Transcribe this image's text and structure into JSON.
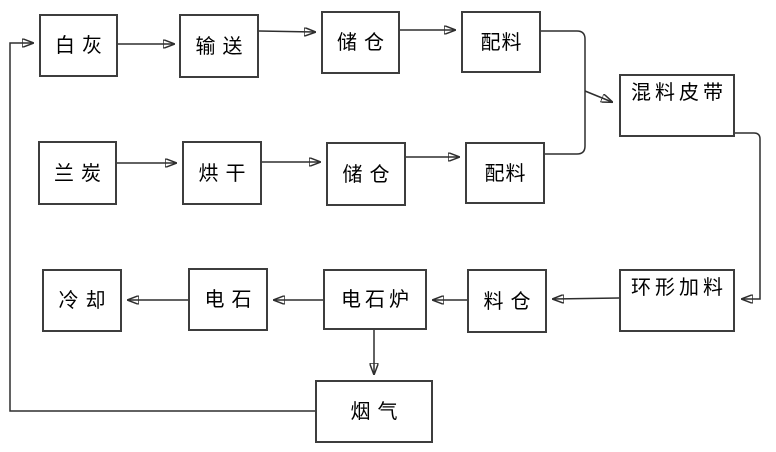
{
  "diagram": {
    "type": "flowchart",
    "background_color": "#ffffff",
    "line_color": "#2e2e2e",
    "box_border_color": "#3d3d3d",
    "text_color": "#000000",
    "nodes": {
      "white_lime": {
        "label": "白灰"
      },
      "conveying": {
        "label": "输送"
      },
      "storage_bin_1": {
        "label": "储仓"
      },
      "batching_1": {
        "label": "配料"
      },
      "semi_coke": {
        "label": "兰炭"
      },
      "drying": {
        "label": "烘干"
      },
      "storage_bin_2": {
        "label": "储仓"
      },
      "batching_2": {
        "label": "配料"
      },
      "mixing_belt": {
        "label": "混料皮带"
      },
      "ring_feeder": {
        "label": "环形加料"
      },
      "material_bin": {
        "label": "料仓"
      },
      "carbide_furnace": {
        "label": "电石炉"
      },
      "carbide": {
        "label": "电石"
      },
      "cooling": {
        "label": "冷却"
      },
      "flue_gas": {
        "label": "烟气"
      }
    },
    "edges": [
      {
        "from": "white_lime",
        "to": "conveying"
      },
      {
        "from": "conveying",
        "to": "storage_bin_1"
      },
      {
        "from": "storage_bin_1",
        "to": "batching_1"
      },
      {
        "from": "batching_1",
        "to": "mixing_belt"
      },
      {
        "from": "semi_coke",
        "to": "drying"
      },
      {
        "from": "drying",
        "to": "storage_bin_2"
      },
      {
        "from": "storage_bin_2",
        "to": "batching_2"
      },
      {
        "from": "batching_2",
        "to": "mixing_belt"
      },
      {
        "from": "mixing_belt",
        "to": "ring_feeder"
      },
      {
        "from": "ring_feeder",
        "to": "material_bin"
      },
      {
        "from": "material_bin",
        "to": "carbide_furnace"
      },
      {
        "from": "carbide_furnace",
        "to": "carbide"
      },
      {
        "from": "carbide",
        "to": "cooling"
      },
      {
        "from": "carbide_furnace",
        "to": "flue_gas"
      },
      {
        "from": "flue_gas",
        "to": "white_lime"
      }
    ]
  }
}
